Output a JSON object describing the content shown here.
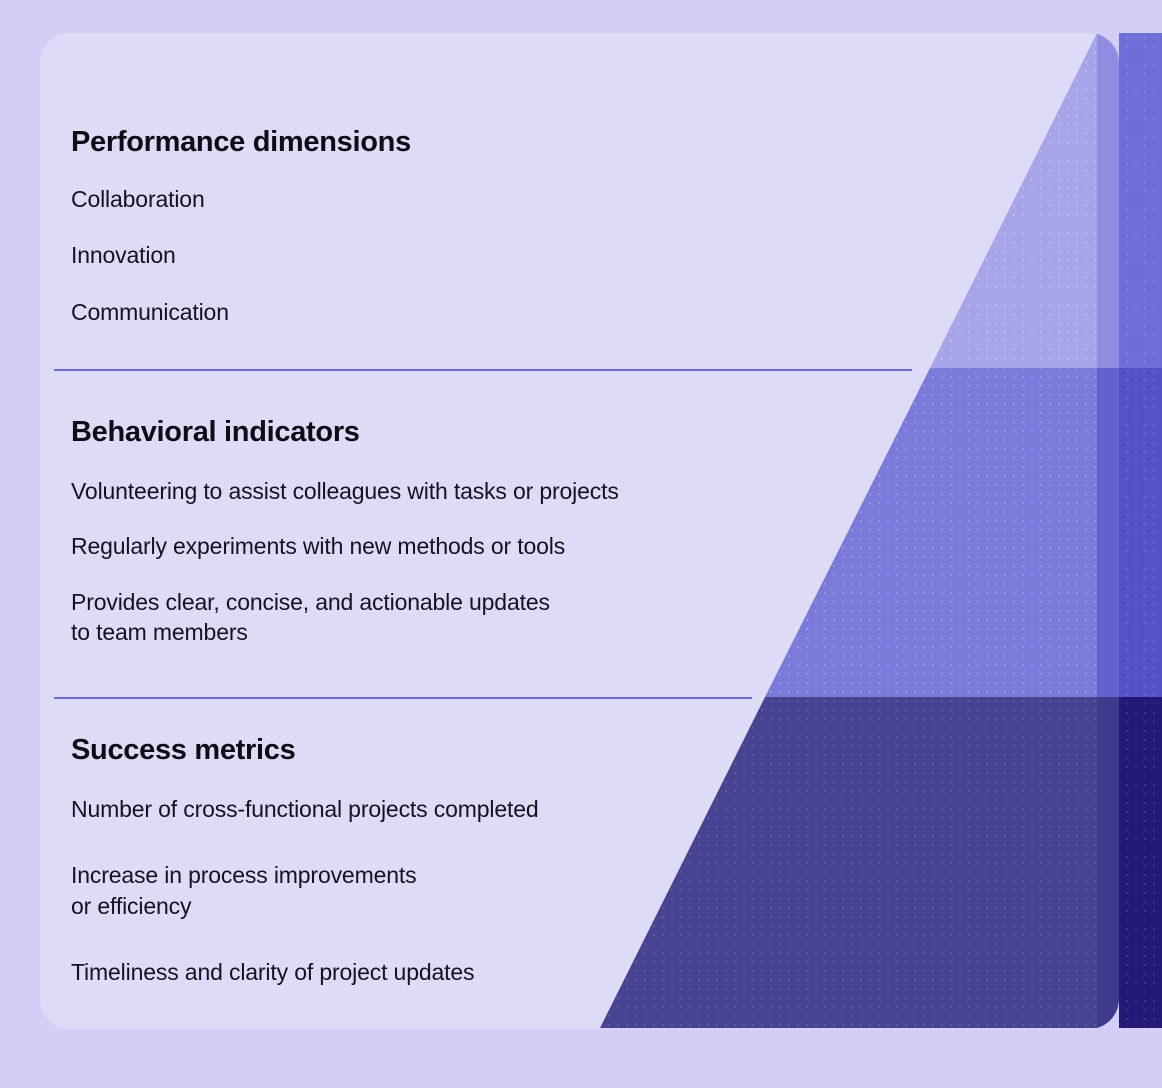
{
  "theme": {
    "page_background": "#d4cef7",
    "card_background": "#dedbf7",
    "divider_color": "#6e6bd0",
    "text_color": "#15131f",
    "heading_color": "#0d0d16",
    "pyramid_tier1_left": "#a7a5ea",
    "pyramid_tier1_right": "#8e8de0",
    "pyramid_tier2_left": "#7b79d9",
    "pyramid_tier2_right": "#6361cf",
    "pyramid_tier3_left": "#474494",
    "pyramid_tier3_right": "#221a75"
  },
  "sections": [
    {
      "id": "performance-dimensions",
      "title": "Performance dimensions",
      "items": [
        "Collaboration",
        "Innovation",
        "Communication"
      ]
    },
    {
      "id": "behavioral-indicators",
      "title": "Behavioral indicators",
      "items": [
        "Volunteering to assist colleagues with tasks or projects",
        "Regularly experiments with new methods or tools",
        "Provides clear, concise, and actionable updates\nto team members"
      ]
    },
    {
      "id": "success-metrics",
      "title": "Success metrics",
      "items": [
        "Number of cross-functional projects completed",
        "Increase in process improvements\nor efficiency",
        "Timeliness and clarity of project updates"
      ]
    }
  ],
  "pyramid": {
    "tiers": [
      {
        "name": "top-tier",
        "linked_section": "performance-dimensions"
      },
      {
        "name": "middle-tier",
        "linked_section": "behavioral-indicators"
      },
      {
        "name": "bottom-tier",
        "linked_section": "success-metrics"
      }
    ]
  }
}
